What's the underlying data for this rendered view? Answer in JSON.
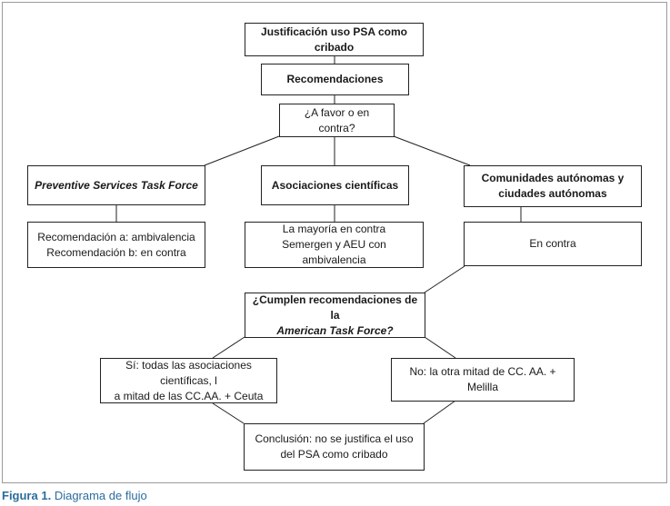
{
  "diagram": {
    "title_box": "Justificación uso PSA como cribado",
    "recommendations_box": "Recomendaciones",
    "question_box": "¿A favor o en contra?",
    "branches": {
      "preventive": {
        "label": "Preventive Services Task Force",
        "result_lines": [
          "Recomendación a: ambivalencia",
          "Recomendación b: en contra"
        ]
      },
      "associations": {
        "label": "Asociaciones científicas",
        "result_lines": [
          "La mayoría en contra",
          "Semergen y AEU con ambivalencia"
        ]
      },
      "communities": {
        "label_lines": [
          "Comunidades autónomas y",
          "ciudades autónomas"
        ],
        "result_lines": [
          "En contra"
        ]
      }
    },
    "american_question": {
      "line1": "¿Cumplen recomendaciones de la",
      "line2": "American Task Force?"
    },
    "yes_box_lines": [
      "Sí: todas las asociaciones científicas, l",
      "a mitad de las CC.AA. + Ceuta"
    ],
    "no_box": "No: la otra mitad de CC. AA. + Melilla",
    "conclusion_lines": [
      "Conclusión: no se justifica el uso",
      "del PSA como cribado"
    ]
  },
  "caption": {
    "label": "Figura 1.",
    "text": "Diagrama de flujo"
  },
  "colors": {
    "caption": "#2a6d9e",
    "frame": "#9a9a9a",
    "box_border": "#222222"
  }
}
